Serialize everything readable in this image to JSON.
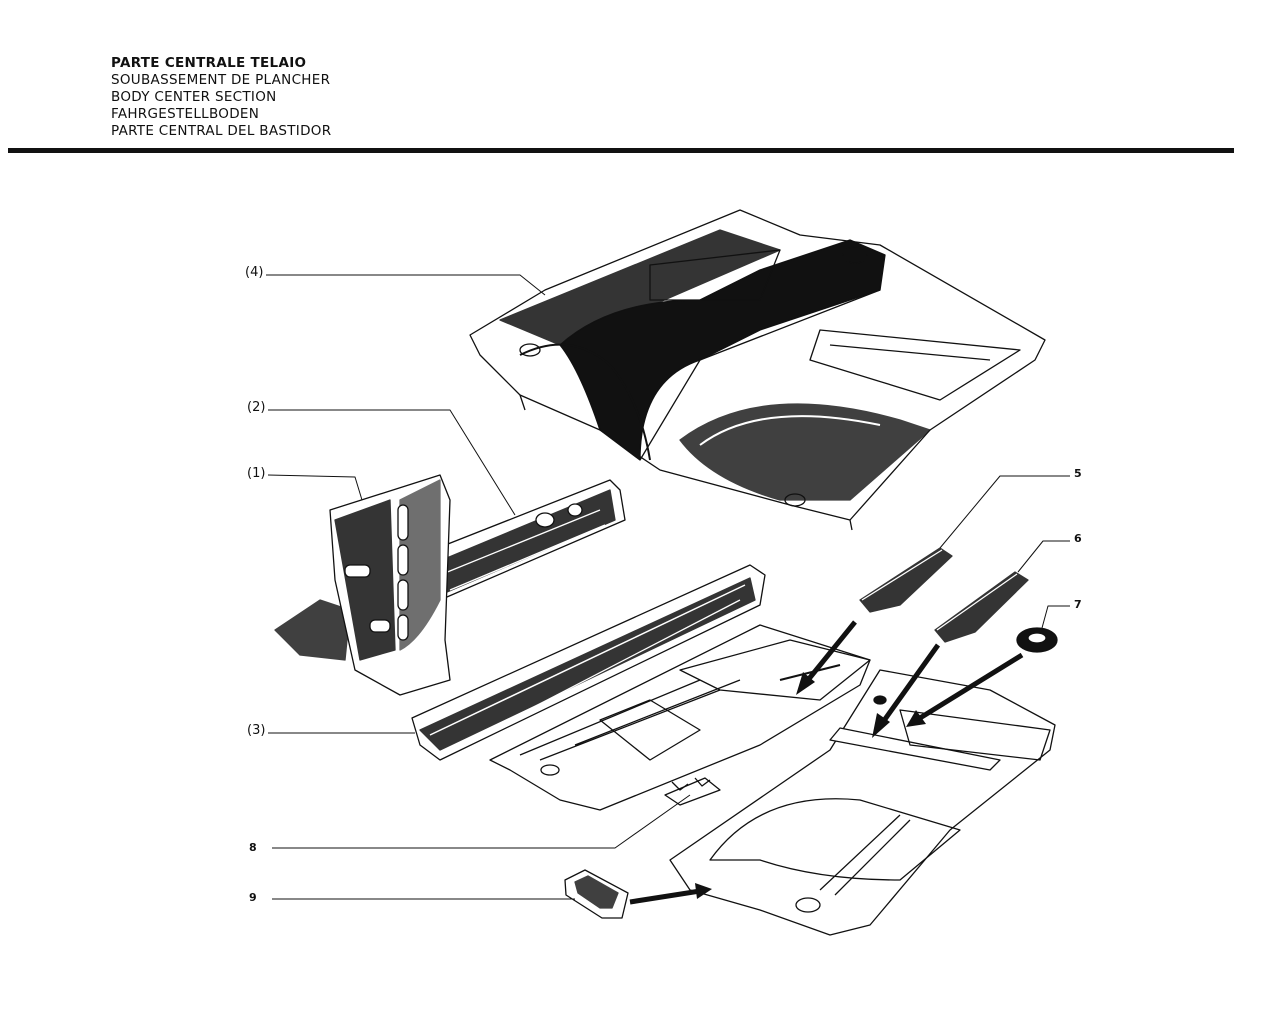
{
  "header": {
    "titles": [
      "PARTE CENTRALE TELAIO",
      "SOUBASSEMENT DE PLANCHER",
      "BODY CENTER SECTION",
      "FAHRGESTELLBODEN",
      "PARTE CENTRAL DEL BASTIDOR"
    ]
  },
  "callouts": {
    "c4": "(4)",
    "c2": "(2)",
    "c1": "(1)",
    "c3": "(3)",
    "c5": "5",
    "c6": "6",
    "c7": "7",
    "c8": "8",
    "c9": "9"
  },
  "colors": {
    "ink": "#111111",
    "paper": "#ffffff"
  }
}
